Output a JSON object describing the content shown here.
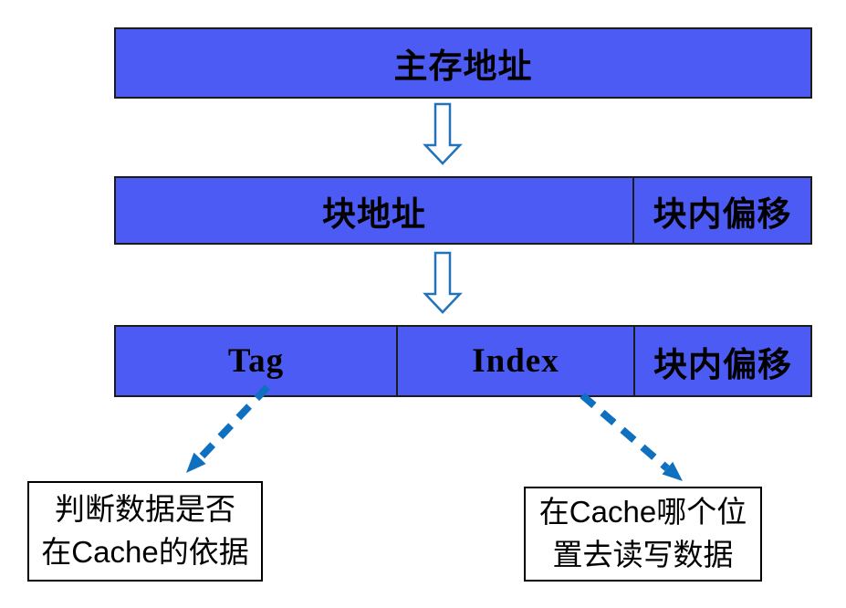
{
  "rows": {
    "main": {
      "label": "主存地址"
    },
    "block": {
      "cells": [
        {
          "label": "块地址"
        },
        {
          "label": "块内偏移"
        }
      ]
    },
    "mapped": {
      "cells": [
        {
          "label": "Tag"
        },
        {
          "label": "Index"
        },
        {
          "label": "块内偏移"
        }
      ]
    }
  },
  "notes": {
    "left": {
      "lines": [
        "判断数据是否",
        "在Cache的依据"
      ]
    },
    "right": {
      "lines": [
        "在Cache哪个位",
        "置去读写数据"
      ]
    }
  },
  "icons": {
    "flow_arrow_top": "hollow-down-arrow",
    "flow_arrow_middle": "hollow-down-arrow",
    "tag_pointer": "dashed-diagonal-arrow-down-left",
    "index_pointer": "dashed-diagonal-arrow-down-right"
  },
  "colors": {
    "background": "#ffffff",
    "box_fill": "#4d5bf5",
    "box_border": "#1c1c1c",
    "arrow_outline": "#2273bb",
    "dashed_arrow": "#0f70c0",
    "note_border": "#000000",
    "text_color": "#000000"
  }
}
